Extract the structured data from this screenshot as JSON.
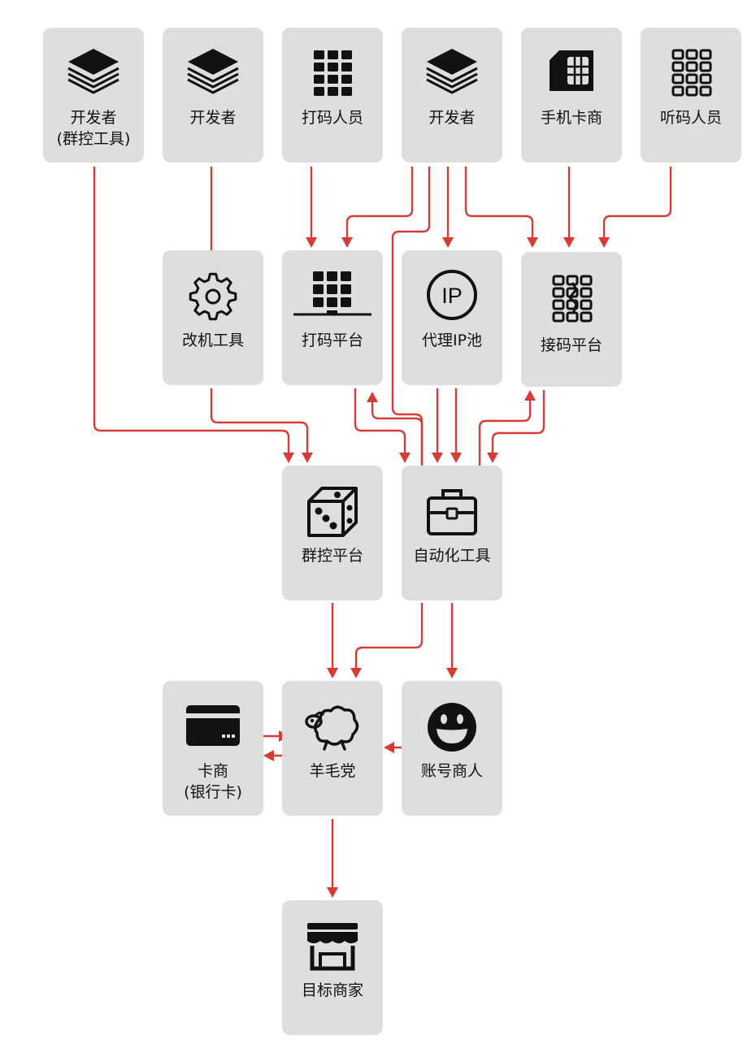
{
  "colors": {
    "edge": "#d93a36",
    "node_fill": "#dedede",
    "icon": "#111111"
  },
  "nodes": {
    "dev_group_control": {
      "label": "开发者\n(群控工具)",
      "icon": "layers-icon"
    },
    "dev_a": {
      "label": "开发者",
      "icon": "layers-icon"
    },
    "captcha_workers": {
      "label": "打码人员",
      "icon": "grid-icon"
    },
    "dev_b": {
      "label": "开发者",
      "icon": "layers-icon"
    },
    "sim_vendor": {
      "label": "手机卡商",
      "icon": "sim-card-icon"
    },
    "sms_listeners": {
      "label": "听码人员",
      "icon": "keypad-outline-icon"
    },
    "device_mod_tool": {
      "label": "改机工具",
      "icon": "gear-icon"
    },
    "captcha_platform": {
      "label": "打码平台",
      "icon": "grid-building-icon"
    },
    "proxy_ip_pool": {
      "label": "代理IP池",
      "icon": "ip-circle-icon"
    },
    "sms_platform": {
      "label": "接码平台",
      "icon": "keypad-linked-icon"
    },
    "group_control_platform": {
      "label": "群控平台",
      "icon": "dice-icon"
    },
    "automation_tool": {
      "label": "自动化工具",
      "icon": "toolbox-icon"
    },
    "card_vendor": {
      "label": "卡商\n(银行卡)",
      "icon": "credit-card-icon"
    },
    "fraud_gang": {
      "label": "羊毛党",
      "icon": "sheep-icon"
    },
    "account_dealer": {
      "label": "账号商人",
      "icon": "smiley-icon"
    },
    "target_merchant": {
      "label": "目标商家",
      "icon": "storefront-icon"
    }
  }
}
